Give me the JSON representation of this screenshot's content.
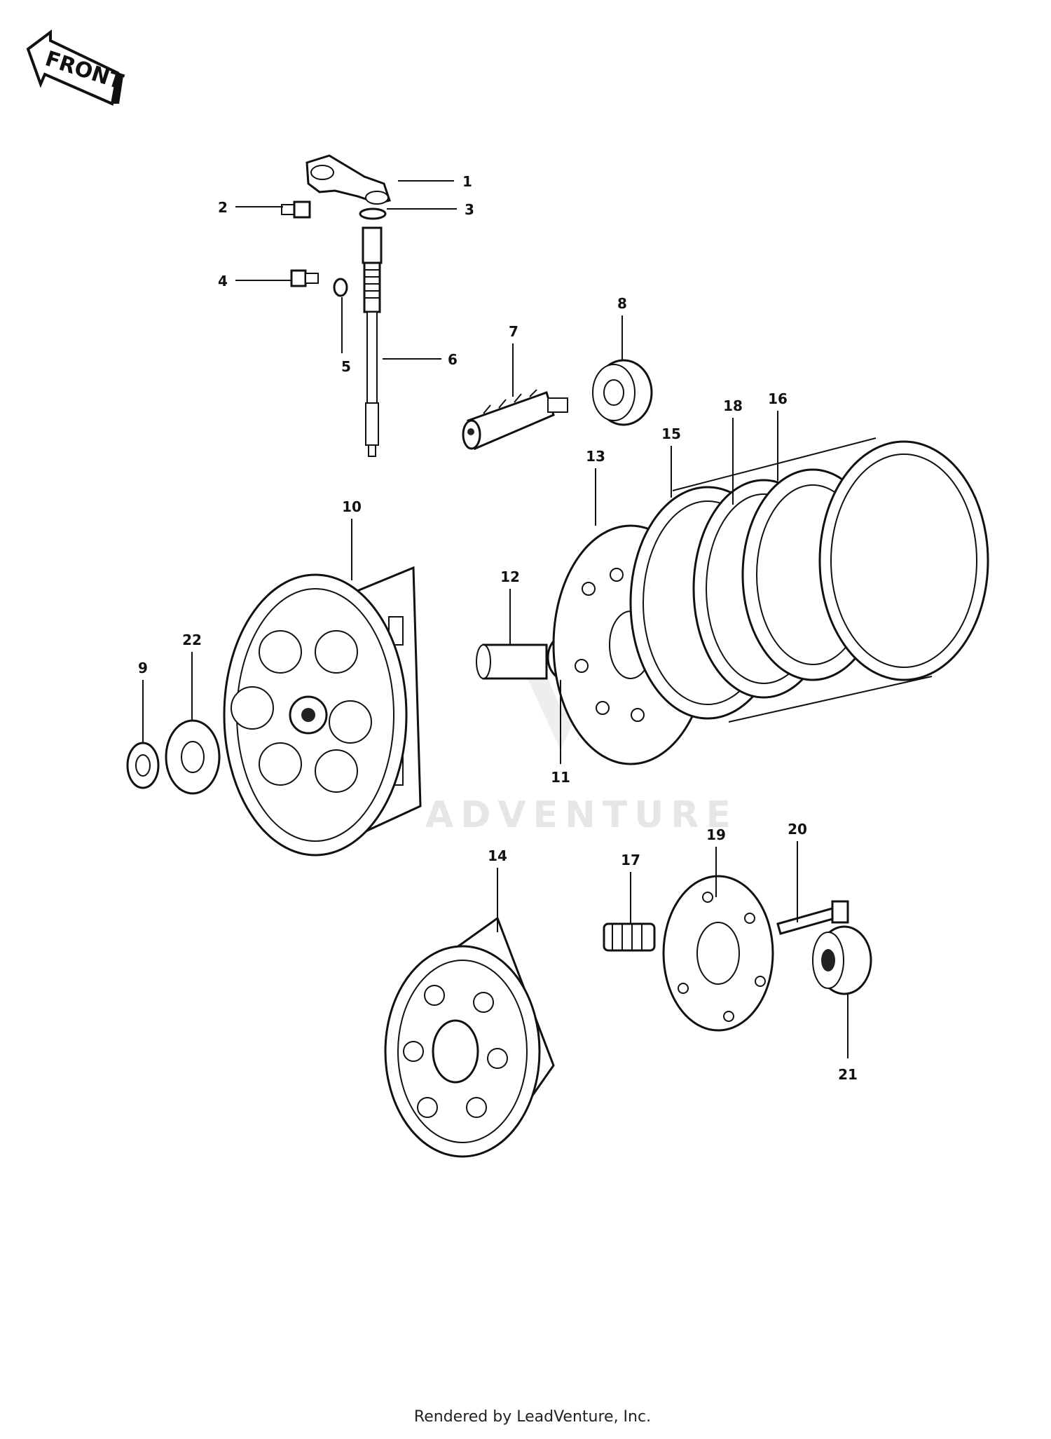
{
  "orientation_label": "FRONT",
  "footer": "Rendered by LeadVenture, Inc.",
  "watermark": "ADVENTURE",
  "callouts": [
    {
      "id": "1",
      "label": "1"
    },
    {
      "id": "2",
      "label": "2"
    },
    {
      "id": "3",
      "label": "3"
    },
    {
      "id": "4",
      "label": "4"
    },
    {
      "id": "5",
      "label": "5"
    },
    {
      "id": "6",
      "label": "6"
    },
    {
      "id": "7",
      "label": "7"
    },
    {
      "id": "8",
      "label": "8"
    },
    {
      "id": "9",
      "label": "9"
    },
    {
      "id": "10",
      "label": "10"
    },
    {
      "id": "11",
      "label": "11"
    },
    {
      "id": "12",
      "label": "12"
    },
    {
      "id": "13",
      "label": "13"
    },
    {
      "id": "14",
      "label": "14"
    },
    {
      "id": "15",
      "label": "15"
    },
    {
      "id": "16",
      "label": "16"
    },
    {
      "id": "17",
      "label": "17"
    },
    {
      "id": "18",
      "label": "18"
    },
    {
      "id": "19",
      "label": "19"
    },
    {
      "id": "20",
      "label": "20"
    },
    {
      "id": "21",
      "label": "21"
    },
    {
      "id": "22",
      "label": "22"
    }
  ]
}
